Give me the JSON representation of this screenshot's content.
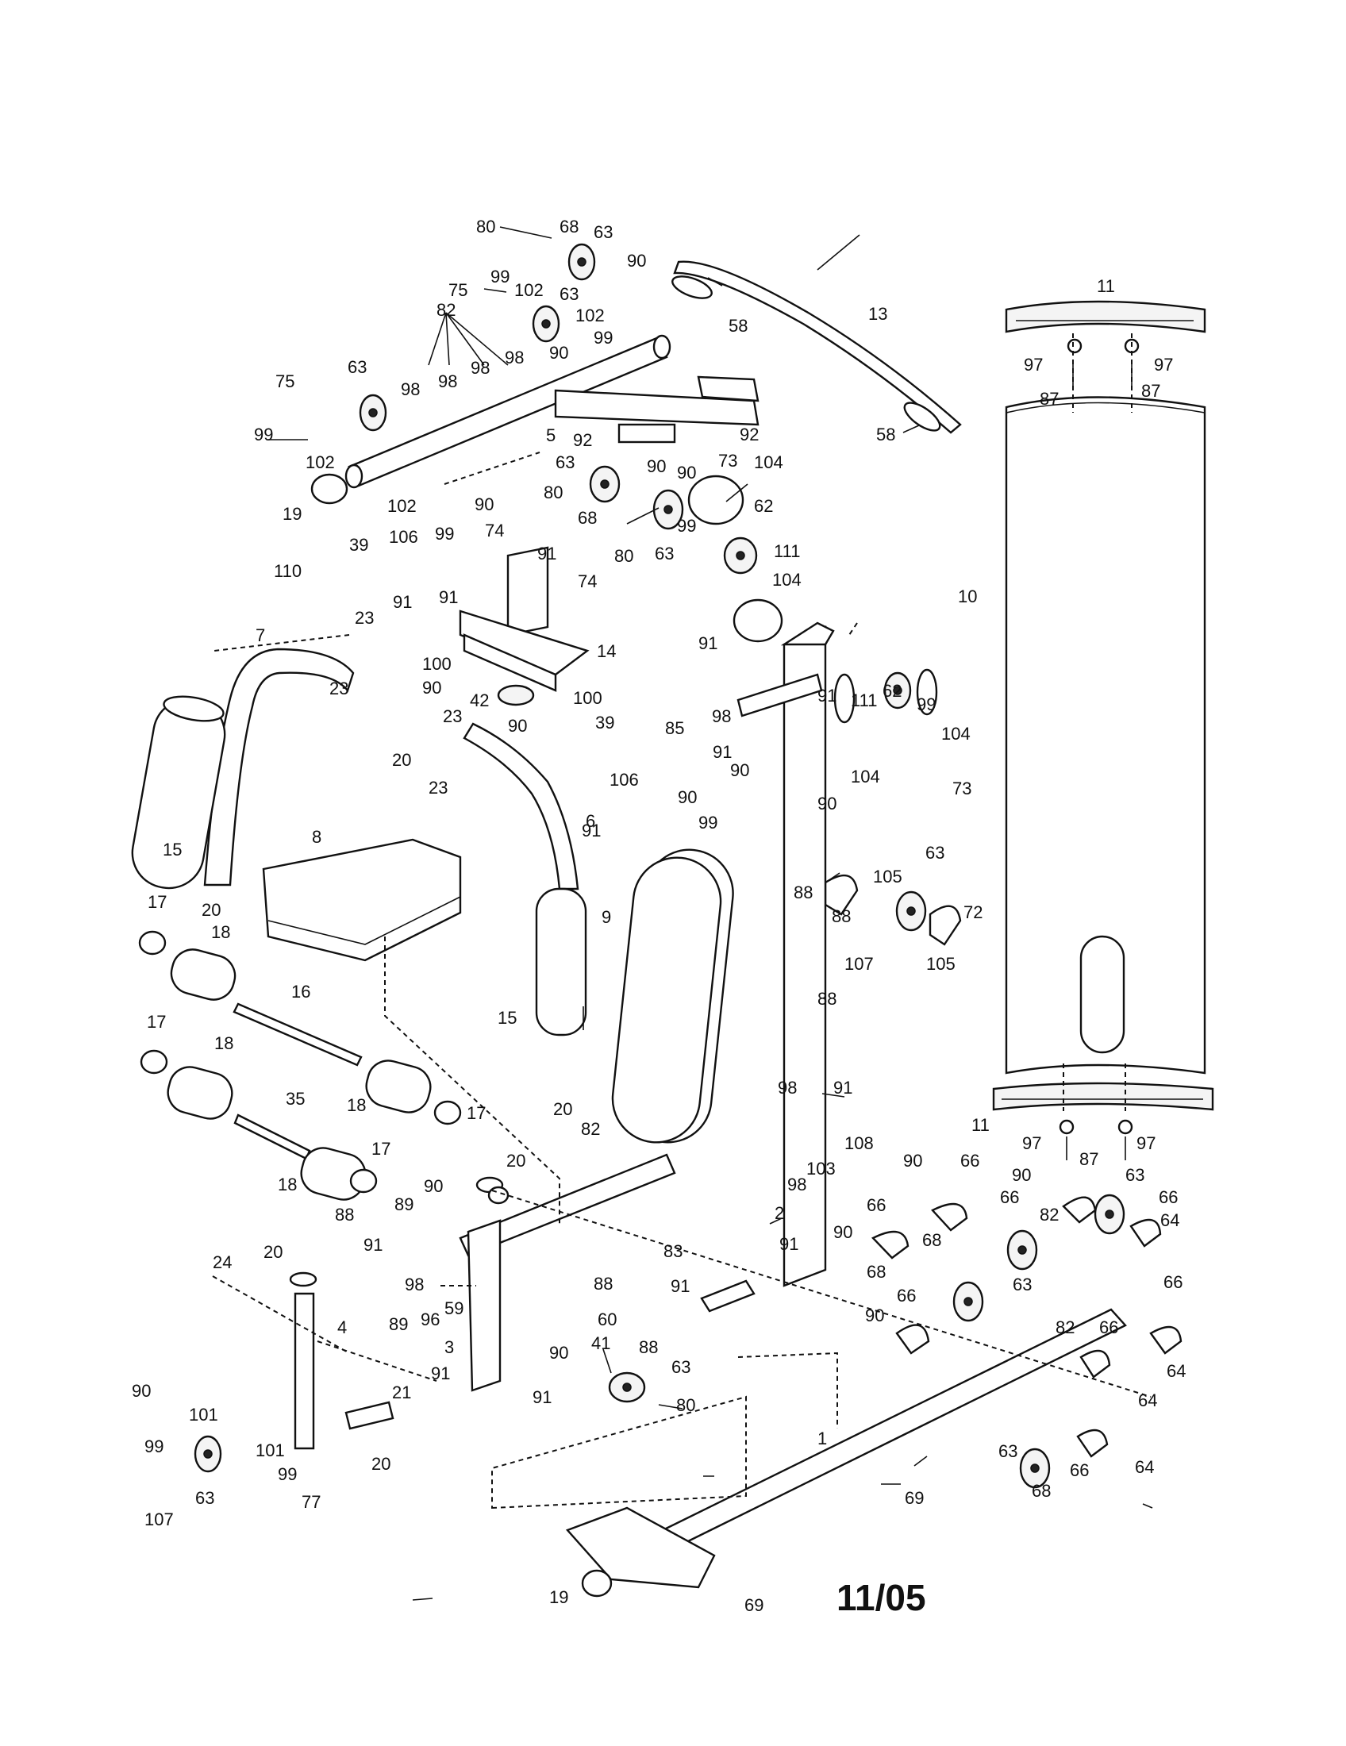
{
  "date_code": "11/05",
  "parts": [
    {
      "id": "p80a",
      "number": "80"
    },
    {
      "id": "p68a",
      "number": "68"
    },
    {
      "id": "p63a",
      "number": "63"
    },
    {
      "id": "p90a",
      "number": "90"
    },
    {
      "id": "p75a",
      "number": "75"
    },
    {
      "id": "p99a",
      "number": "99"
    },
    {
      "id": "p102a",
      "number": "102"
    },
    {
      "id": "p63b",
      "number": "63"
    },
    {
      "id": "p102b",
      "number": "102"
    },
    {
      "id": "p82a",
      "number": "82"
    },
    {
      "id": "p99b",
      "number": "99"
    },
    {
      "id": "p90b",
      "number": "90"
    },
    {
      "id": "p58a",
      "number": "58"
    },
    {
      "id": "p13",
      "number": "13"
    },
    {
      "id": "p11a",
      "number": "11"
    },
    {
      "id": "p97a",
      "number": "97"
    },
    {
      "id": "p97b",
      "number": "97"
    },
    {
      "id": "p87a",
      "number": "87"
    },
    {
      "id": "p87b",
      "number": "87"
    },
    {
      "id": "p58b",
      "number": "58"
    },
    {
      "id": "p75b",
      "number": "75"
    },
    {
      "id": "p63c",
      "number": "63"
    },
    {
      "id": "p98a",
      "number": "98"
    },
    {
      "id": "p98b",
      "number": "98"
    },
    {
      "id": "p98c",
      "number": "98"
    },
    {
      "id": "p98d",
      "number": "98"
    },
    {
      "id": "p99c",
      "number": "99"
    },
    {
      "id": "p102c",
      "number": "102"
    },
    {
      "id": "p5",
      "number": "5"
    },
    {
      "id": "p19a",
      "number": "19"
    },
    {
      "id": "p102d",
      "number": "102"
    },
    {
      "id": "p99d",
      "number": "99"
    },
    {
      "id": "p90c",
      "number": "90"
    },
    {
      "id": "p92a",
      "number": "92"
    },
    {
      "id": "p92b",
      "number": "92"
    },
    {
      "id": "p63d",
      "number": "63"
    },
    {
      "id": "p90d",
      "number": "90"
    },
    {
      "id": "p90e",
      "number": "90"
    },
    {
      "id": "p73a",
      "number": "73"
    },
    {
      "id": "p104a",
      "number": "104"
    },
    {
      "id": "p80b",
      "number": "80"
    },
    {
      "id": "p68b",
      "number": "68"
    },
    {
      "id": "p63e",
      "number": "63"
    },
    {
      "id": "p99e",
      "number": "99"
    },
    {
      "id": "p62a",
      "number": "62"
    },
    {
      "id": "p80c",
      "number": "80"
    },
    {
      "id": "p111a",
      "number": "111"
    },
    {
      "id": "p74a",
      "number": "74"
    },
    {
      "id": "p39a",
      "number": "39"
    },
    {
      "id": "p106a",
      "number": "106"
    },
    {
      "id": "p110",
      "number": "110"
    },
    {
      "id": "p91a",
      "number": "91"
    },
    {
      "id": "p91b",
      "number": "91"
    },
    {
      "id": "p91c",
      "number": "91"
    },
    {
      "id": "p74b",
      "number": "74"
    },
    {
      "id": "p104b",
      "number": "104"
    },
    {
      "id": "p10",
      "number": "10"
    },
    {
      "id": "p7",
      "number": "7"
    },
    {
      "id": "p23a",
      "number": "23"
    },
    {
      "id": "p14",
      "number": "14"
    },
    {
      "id": "p100a",
      "number": "100"
    },
    {
      "id": "p90f",
      "number": "90"
    },
    {
      "id": "p42",
      "number": "42"
    },
    {
      "id": "p100b",
      "number": "100"
    },
    {
      "id": "p91d",
      "number": "91"
    },
    {
      "id": "p91e",
      "number": "91"
    },
    {
      "id": "p23b",
      "number": "23"
    },
    {
      "id": "p23c",
      "number": "23"
    },
    {
      "id": "p90g",
      "number": "90"
    },
    {
      "id": "p39b",
      "number": "39"
    },
    {
      "id": "p106b",
      "number": "106"
    },
    {
      "id": "p20a",
      "number": "20"
    },
    {
      "id": "p85",
      "number": "85"
    },
    {
      "id": "p98e",
      "number": "98"
    },
    {
      "id": "p91f",
      "number": "91"
    },
    {
      "id": "p111b",
      "number": "111"
    },
    {
      "id": "p62b",
      "number": "62"
    },
    {
      "id": "p99f",
      "number": "99"
    },
    {
      "id": "p104c",
      "number": "104"
    },
    {
      "id": "p90h",
      "number": "90"
    },
    {
      "id": "p104d",
      "number": "104"
    },
    {
      "id": "p73b",
      "number": "73"
    },
    {
      "id": "p23d",
      "number": "23"
    },
    {
      "id": "p91g",
      "number": "91"
    },
    {
      "id": "p90i",
      "number": "90"
    },
    {
      "id": "p90j",
      "number": "90"
    },
    {
      "id": "p99g",
      "number": "99"
    },
    {
      "id": "p15a",
      "number": "15"
    },
    {
      "id": "p20b",
      "number": "20"
    },
    {
      "id": "p8",
      "number": "8"
    },
    {
      "id": "p6",
      "number": "6"
    },
    {
      "id": "p9",
      "number": "9"
    },
    {
      "id": "p105a",
      "number": "105"
    },
    {
      "id": "p63f",
      "number": "63"
    },
    {
      "id": "p88a",
      "number": "88"
    },
    {
      "id": "p88b",
      "number": "88"
    },
    {
      "id": "p72",
      "number": "72"
    },
    {
      "id": "p107a",
      "number": "107"
    },
    {
      "id": "p105b",
      "number": "105"
    },
    {
      "id": "p17a",
      "number": "17"
    },
    {
      "id": "p18a",
      "number": "18"
    },
    {
      "id": "p16",
      "number": "16"
    },
    {
      "id": "p15b",
      "number": "15"
    },
    {
      "id": "p88c",
      "number": "88"
    },
    {
      "id": "p17b",
      "number": "17"
    },
    {
      "id": "p18b",
      "number": "18"
    },
    {
      "id": "p18c",
      "number": "18"
    },
    {
      "id": "p17c",
      "number": "17"
    },
    {
      "id": "p20c",
      "number": "20"
    },
    {
      "id": "p35",
      "number": "35"
    },
    {
      "id": "p98f",
      "number": "98"
    },
    {
      "id": "p91h",
      "number": "91"
    },
    {
      "id": "p108",
      "number": "108"
    },
    {
      "id": "p11b",
      "number": "11"
    },
    {
      "id": "p97c",
      "number": "97"
    },
    {
      "id": "p87c",
      "number": "87"
    },
    {
      "id": "p97d",
      "number": "97"
    },
    {
      "id": "p82b",
      "number": "82"
    },
    {
      "id": "p17d",
      "number": "17"
    },
    {
      "id": "p18d",
      "number": "18"
    },
    {
      "id": "p20d",
      "number": "20"
    },
    {
      "id": "p103",
      "number": "103"
    },
    {
      "id": "p98g",
      "number": "98"
    },
    {
      "id": "p90k",
      "number": "90"
    },
    {
      "id": "p66a",
      "number": "66"
    },
    {
      "id": "p90l",
      "number": "90"
    },
    {
      "id": "p63g",
      "number": "63"
    },
    {
      "id": "p66b",
      "number": "66"
    },
    {
      "id": "p66c",
      "number": "66"
    },
    {
      "id": "p82c",
      "number": "82"
    },
    {
      "id": "p64a",
      "number": "64"
    },
    {
      "id": "p88d",
      "number": "88"
    },
    {
      "id": "p89a",
      "number": "89"
    },
    {
      "id": "p90m",
      "number": "90"
    },
    {
      "id": "p91i",
      "number": "91"
    },
    {
      "id": "p2",
      "number": "2"
    },
    {
      "id": "p83",
      "number": "83"
    },
    {
      "id": "p90n",
      "number": "90"
    },
    {
      "id": "p66d",
      "number": "66"
    },
    {
      "id": "p68c",
      "number": "68"
    },
    {
      "id": "p91j",
      "number": "91"
    },
    {
      "id": "p20e",
      "number": "20"
    },
    {
      "id": "p88e",
      "number": "88"
    },
    {
      "id": "p98h",
      "number": "98"
    },
    {
      "id": "p24",
      "number": "24"
    },
    {
      "id": "p68d",
      "number": "68"
    },
    {
      "id": "p63h",
      "number": "63"
    },
    {
      "id": "p91k",
      "number": "91"
    },
    {
      "id": "p89b",
      "number": "89"
    },
    {
      "id": "p96",
      "number": "96"
    },
    {
      "id": "p59",
      "number": "59"
    },
    {
      "id": "p60",
      "number": "60"
    },
    {
      "id": "p41",
      "number": "41"
    },
    {
      "id": "p90o",
      "number": "90"
    },
    {
      "id": "p66e",
      "number": "66"
    },
    {
      "id": "p66f",
      "number": "66"
    },
    {
      "id": "p4",
      "number": "4"
    },
    {
      "id": "p88f",
      "number": "88"
    },
    {
      "id": "p82d",
      "number": "82"
    },
    {
      "id": "p66g",
      "number": "66"
    },
    {
      "id": "p64b",
      "number": "64"
    },
    {
      "id": "p3",
      "number": "3"
    },
    {
      "id": "p90p",
      "number": "90"
    },
    {
      "id": "p63i",
      "number": "63"
    },
    {
      "id": "p21",
      "number": "21"
    },
    {
      "id": "p91l",
      "number": "91"
    },
    {
      "id": "p91m",
      "number": "91"
    },
    {
      "id": "p64c",
      "number": "64"
    },
    {
      "id": "p80d",
      "number": "80"
    },
    {
      "id": "p90q",
      "number": "90"
    },
    {
      "id": "p101a",
      "number": "101"
    },
    {
      "id": "p99h",
      "number": "99"
    },
    {
      "id": "p1",
      "number": "1"
    },
    {
      "id": "p101b",
      "number": "101"
    },
    {
      "id": "p20f",
      "number": "20"
    },
    {
      "id": "p63j",
      "number": "63"
    },
    {
      "id": "p68e",
      "number": "68"
    },
    {
      "id": "p66h",
      "number": "66"
    },
    {
      "id": "p64d",
      "number": "64"
    },
    {
      "id": "p99i",
      "number": "99"
    },
    {
      "id": "p77",
      "number": "77"
    },
    {
      "id": "p69a",
      "number": "69"
    },
    {
      "id": "p107b",
      "number": "107"
    },
    {
      "id": "p63k",
      "number": "63"
    },
    {
      "id": "p19b",
      "number": "19"
    },
    {
      "id": "p69b",
      "number": "69"
    }
  ]
}
